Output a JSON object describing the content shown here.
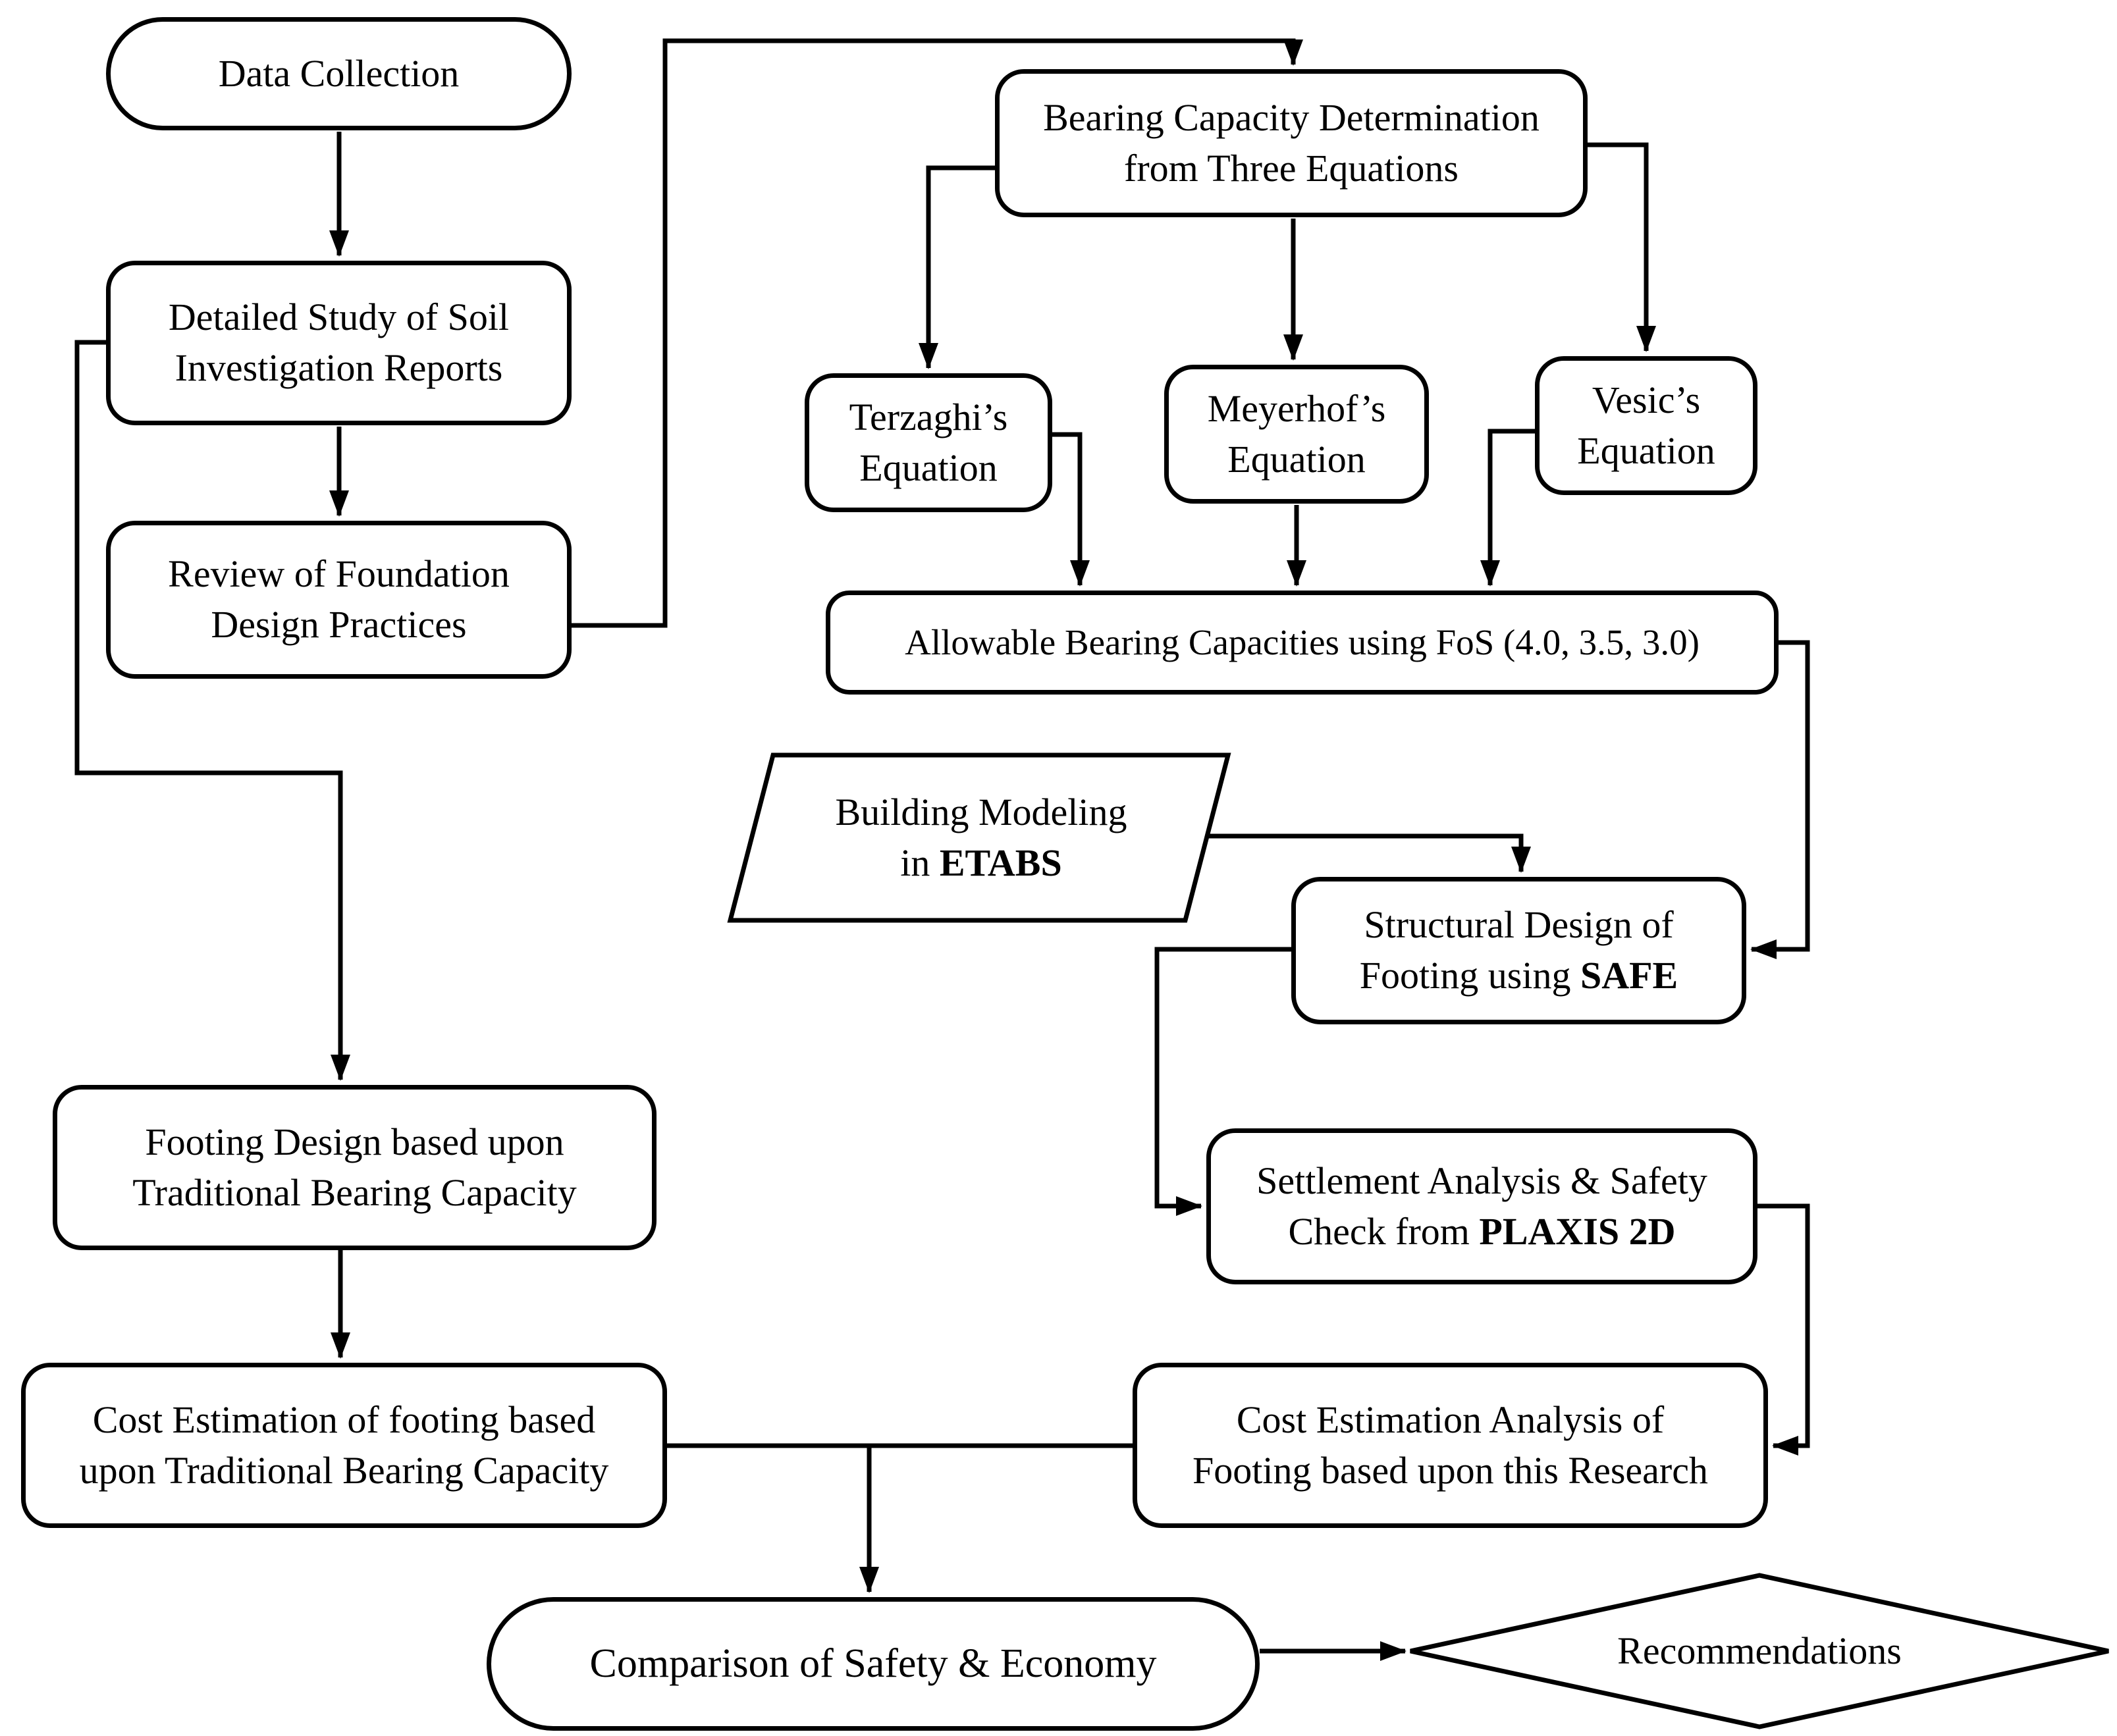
{
  "diagram": {
    "type": "flowchart",
    "colors": {
      "background": "#ffffff",
      "stroke": "#000000",
      "node_fill": "#ffffff",
      "text": "#000000"
    },
    "nodes": {
      "data_collection": {
        "shape": "stadium",
        "label": "Data Collection"
      },
      "detailed_study": {
        "shape": "rounded-rectangle",
        "line1": "Detailed Study of Soil",
        "line2": "Investigation Reports"
      },
      "review_foundation": {
        "shape": "rounded-rectangle",
        "line1": "Review of Foundation",
        "line2": "Design Practices"
      },
      "bearing_capacity": {
        "shape": "rounded-rectangle",
        "line1": "Bearing Capacity Determination",
        "line2": "from Three Equations"
      },
      "terzaghi": {
        "shape": "rounded-rectangle",
        "line1": "Terzaghi’s",
        "line2": "Equation"
      },
      "meyerhof": {
        "shape": "rounded-rectangle",
        "line1": "Meyerhof’s",
        "line2": "Equation"
      },
      "vesic": {
        "shape": "rounded-rectangle",
        "line1": "Vesic’s",
        "line2": "Equation"
      },
      "allowable": {
        "shape": "rounded-rectangle",
        "label": "Allowable Bearing Capacities using FoS (4.0, 3.5, 3.0)"
      },
      "etabs_modeling": {
        "shape": "parallelogram",
        "line1": "Building Modeling",
        "line2_prefix": "in ",
        "line2_bold": "ETABS"
      },
      "structural_design": {
        "shape": "rounded-rectangle",
        "line1": "Structural Design of",
        "line2_prefix": "Footing using ",
        "line2_bold": "SAFE"
      },
      "settlement_analysis": {
        "shape": "rounded-rectangle",
        "line1": "Settlement Analysis & Safety",
        "line2_prefix": "Check from ",
        "line2_bold": "PLAXIS 2D"
      },
      "footing_design": {
        "shape": "rounded-rectangle",
        "line1": "Footing Design based upon",
        "line2": "Traditional Bearing Capacity"
      },
      "cost_traditional": {
        "shape": "rounded-rectangle",
        "line1": "Cost Estimation of footing based",
        "line2": "upon Traditional Bearing Capacity"
      },
      "cost_research": {
        "shape": "rounded-rectangle",
        "line1": "Cost Estimation Analysis of",
        "line2": "Footing based upon this Research"
      },
      "comparison": {
        "shape": "stadium",
        "label": "Comparison of Safety & Economy"
      },
      "recommendations": {
        "shape": "diamond",
        "label": "Recommendations"
      }
    },
    "edges": [
      {
        "from": "data_collection",
        "to": "detailed_study"
      },
      {
        "from": "detailed_study",
        "to": "review_foundation"
      },
      {
        "from": "review_foundation",
        "to": "bearing_capacity"
      },
      {
        "from": "detailed_study",
        "to": "footing_design"
      },
      {
        "from": "bearing_capacity",
        "to": "terzaghi"
      },
      {
        "from": "bearing_capacity",
        "to": "meyerhof"
      },
      {
        "from": "bearing_capacity",
        "to": "vesic"
      },
      {
        "from": "terzaghi",
        "to": "allowable"
      },
      {
        "from": "meyerhof",
        "to": "allowable"
      },
      {
        "from": "vesic",
        "to": "allowable"
      },
      {
        "from": "allowable",
        "to": "structural_design"
      },
      {
        "from": "etabs_modeling",
        "to": "structural_design"
      },
      {
        "from": "structural_design",
        "to": "settlement_analysis"
      },
      {
        "from": "settlement_analysis",
        "to": "cost_research"
      },
      {
        "from": "footing_design",
        "to": "cost_traditional"
      },
      {
        "from": "cost_traditional",
        "to": "comparison"
      },
      {
        "from": "cost_research",
        "to": "comparison"
      },
      {
        "from": "comparison",
        "to": "recommendations"
      }
    ]
  }
}
